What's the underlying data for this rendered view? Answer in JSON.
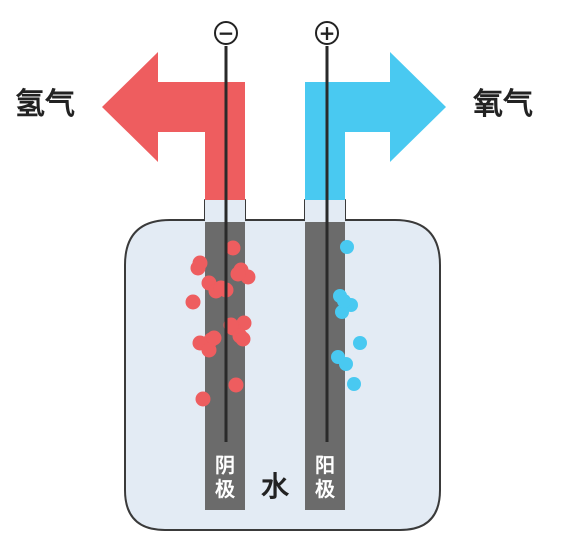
{
  "colors": {
    "hydrogen": "#ee5d5f",
    "oxygen": "#49c9f1",
    "vessel_fill": "#e3ebf4",
    "vessel_stroke": "#3a3a3a",
    "electrode": "#6b6b6b",
    "wire": "#2a2a2a"
  },
  "labels": {
    "hydrogen_gas": "氢气",
    "oxygen_gas": "氧气",
    "water": "水",
    "cathode": [
      "阴",
      "极"
    ],
    "anode": [
      "阳",
      "极"
    ],
    "negative_terminal": "−",
    "positive_terminal": "+"
  },
  "icons": {
    "hydrogen_arrow": "arrow-left-icon",
    "oxygen_arrow": "arrow-right-icon",
    "negative_terminal": "minus-circle-icon",
    "positive_terminal": "plus-circle-icon"
  },
  "bubble_counts": {
    "hydrogen": 22,
    "oxygen": 9
  }
}
